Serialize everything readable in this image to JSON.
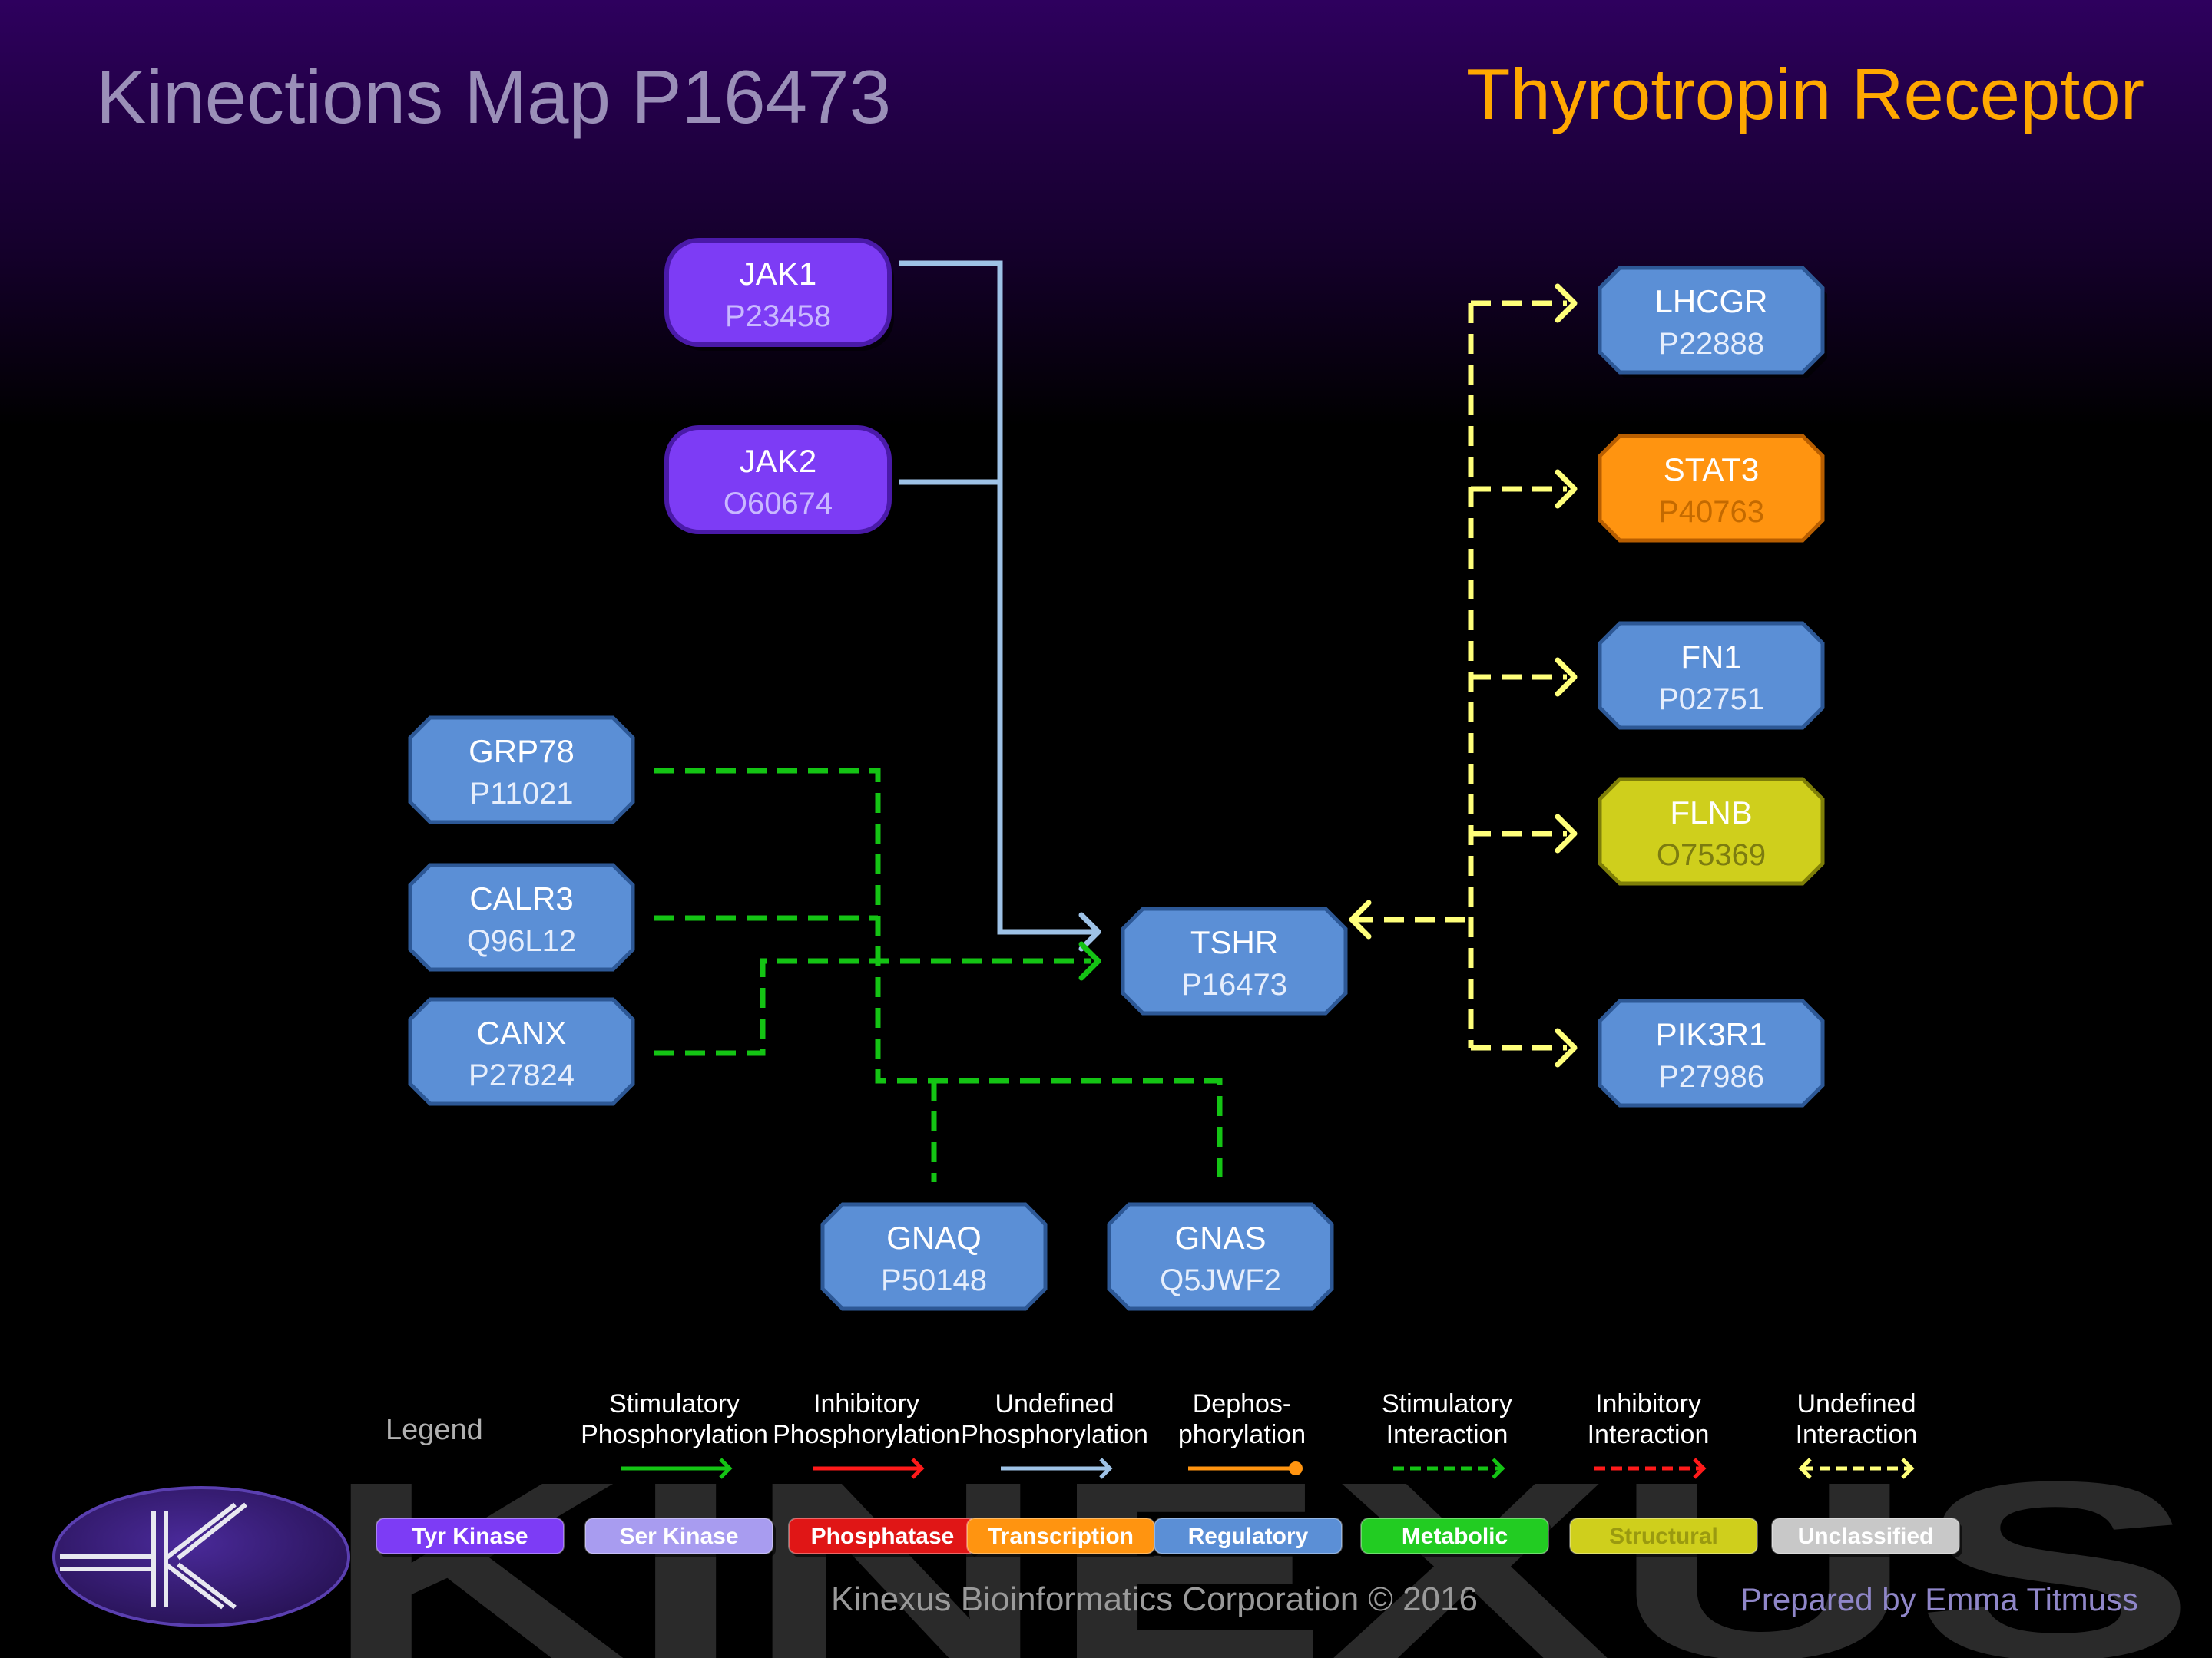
{
  "header": {
    "title": "Kinections Map P16473",
    "protein_name": "Thyrotropin Receptor"
  },
  "colors": {
    "background_top": "#2a0055",
    "background_bottom": "#000000",
    "title": "#9a8fb8",
    "protein_name": "#ffa800",
    "tyr_kinase": "#7d3cf5",
    "regulatory": "#5b8fd6",
    "transcription": "#ff9410",
    "structural": "#cfcf1c",
    "undefined_phosphorylation": "#9ec2e6",
    "stimulatory_interaction": "#14c414",
    "undefined_interaction": "#ffff7a"
  },
  "nodes": [
    {
      "id": "JAK1",
      "name": "JAK1",
      "accession": "P23458",
      "type": "tyr_kinase"
    },
    {
      "id": "JAK2",
      "name": "JAK2",
      "accession": "O60674",
      "type": "tyr_kinase"
    },
    {
      "id": "LHCGR",
      "name": "LHCGR",
      "accession": "P22888",
      "type": "regulatory"
    },
    {
      "id": "STAT3",
      "name": "STAT3",
      "accession": "P40763",
      "type": "transcription"
    },
    {
      "id": "FN1",
      "name": "FN1",
      "accession": "P02751",
      "type": "regulatory"
    },
    {
      "id": "FLNB",
      "name": "FLNB",
      "accession": "O75369",
      "type": "structural"
    },
    {
      "id": "PIK3R1",
      "name": "PIK3R1",
      "accession": "P27986",
      "type": "regulatory"
    },
    {
      "id": "GRP78",
      "name": "GRP78",
      "accession": "P11021",
      "type": "regulatory"
    },
    {
      "id": "CALR3",
      "name": "CALR3",
      "accession": "Q96L12",
      "type": "regulatory"
    },
    {
      "id": "CANX",
      "name": "CANX",
      "accession": "P27824",
      "type": "regulatory"
    },
    {
      "id": "TSHR",
      "name": "TSHR",
      "accession": "P16473",
      "type": "regulatory"
    },
    {
      "id": "GNAQ",
      "name": "GNAQ",
      "accession": "P50148",
      "type": "regulatory"
    },
    {
      "id": "GNAS",
      "name": "GNAS",
      "accession": "Q5JWF2",
      "type": "regulatory"
    }
  ],
  "edges": [
    {
      "from": "JAK1",
      "to": "TSHR",
      "type": "undefined_phosphorylation"
    },
    {
      "from": "JAK2",
      "to": "TSHR",
      "type": "undefined_phosphorylation"
    },
    {
      "from": "GRP78",
      "to": "TSHR",
      "type": "stimulatory_interaction"
    },
    {
      "from": "CALR3",
      "to": "TSHR",
      "type": "stimulatory_interaction"
    },
    {
      "from": "CANX",
      "to": "TSHR",
      "type": "stimulatory_interaction"
    },
    {
      "from": "GNAQ",
      "to": "TSHR",
      "type": "stimulatory_interaction"
    },
    {
      "from": "GNAS",
      "to": "TSHR",
      "type": "stimulatory_interaction"
    },
    {
      "from": "TSHR",
      "to": "LHCGR",
      "type": "undefined_interaction"
    },
    {
      "from": "TSHR",
      "to": "STAT3",
      "type": "undefined_interaction"
    },
    {
      "from": "TSHR",
      "to": "FN1",
      "type": "undefined_interaction"
    },
    {
      "from": "TSHR",
      "to": "FLNB",
      "type": "undefined_interaction"
    },
    {
      "from": "TSHR",
      "to": "PIK3R1",
      "type": "undefined_interaction"
    }
  ],
  "legend": {
    "title": "Legend",
    "arrows": [
      {
        "line1": "Stimulatory",
        "line2": "Phosphorylation",
        "color": "#14c414",
        "style": "solid",
        "head": "arrow"
      },
      {
        "line1": "Inhibitory",
        "line2": "Phosphorylation",
        "color": "#ff1a1a",
        "style": "solid",
        "head": "arrow"
      },
      {
        "line1": "Undefined",
        "line2": "Phosphorylation",
        "color": "#9ec2e6",
        "style": "solid",
        "head": "arrow"
      },
      {
        "line1": "Dephos-",
        "line2": "phorylation",
        "color": "#ff9410",
        "style": "solid",
        "head": "dot"
      },
      {
        "line1": "Stimulatory",
        "line2": "Interaction",
        "color": "#14c414",
        "style": "dashed",
        "head": "arrow"
      },
      {
        "line1": "Inhibitory",
        "line2": "Interaction",
        "color": "#ff1a1a",
        "style": "dashed",
        "head": "arrow"
      },
      {
        "line1": "Undefined",
        "line2": "Interaction",
        "color": "#ffff7a",
        "style": "dashed",
        "head": "both"
      }
    ],
    "categories": [
      {
        "label": "Tyr Kinase",
        "color": "#7d3cf5",
        "text_color": "#ffffff"
      },
      {
        "label": "Ser Kinase",
        "color": "#a89cf0",
        "text_color": "#ffffff"
      },
      {
        "label": "Phosphatase",
        "color": "#e01616",
        "text_color": "#ffffff"
      },
      {
        "label": "Transcription",
        "color": "#ff9410",
        "text_color": "#ffffff"
      },
      {
        "label": "Regulatory",
        "color": "#5b8fd6",
        "text_color": "#ffffff"
      },
      {
        "label": "Metabolic",
        "color": "#22cc22",
        "text_color": "#ffffff"
      },
      {
        "label": "Structural",
        "color": "#cfcf1c",
        "text_color": "#9a9a10"
      },
      {
        "label": "Unclassified",
        "color": "#c8c8c8",
        "text_color": "#ffffff"
      }
    ]
  },
  "footer": {
    "watermark": "KINEXUS",
    "copyright": "Kinexus Bioinformatics Corporation © 2016",
    "prepared_by": "Prepared by Emma Titmuss"
  }
}
